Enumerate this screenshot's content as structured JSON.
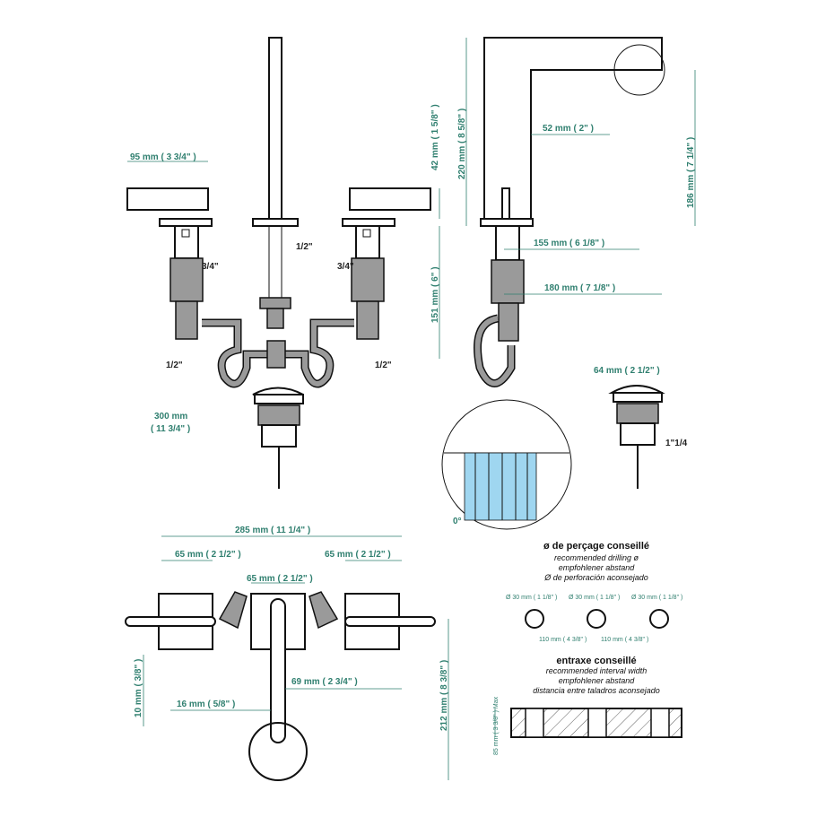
{
  "front_view": {
    "handle_width": "95 mm ( 3 3/4\" )",
    "handle_height": "42 mm ( 1 5/8\" )",
    "body_height": "151 mm ( 6\" )",
    "spout_thread": "1/2\"",
    "left_valve_thread": "3/4\"",
    "right_valve_thread": "3/4\"",
    "left_outlet": "1/2\"",
    "right_outlet": "1/2\"",
    "hose_length": "300 mm",
    "hose_length_in": "( 11 3/4\" )"
  },
  "side_view": {
    "total_height": "220 mm ( 8 5/8\" )",
    "spout_width": "52 mm ( 2\" )",
    "spout_height": "186 mm ( 7 1/4\" )",
    "reach_inner": "155 mm ( 6 1/8\" )",
    "reach_outer": "180 mm ( 7 1/8\" )"
  },
  "drain": {
    "diameter": "64 mm ( 2 1/2\" )",
    "thread": "1\"1/4"
  },
  "detail": {
    "angle": "0°"
  },
  "top_view": {
    "total_width": "285 mm ( 11 1/4\" )",
    "left_square": "65 mm ( 2 1/2\" )",
    "right_square": "65 mm ( 2 1/2\" )",
    "center_square": "65 mm ( 2 1/2\" )",
    "handle_thickness": "10 mm ( 3/8\" )",
    "offset": "69 mm ( 2 3/4\" )",
    "spout_thickness": "16 mm ( 5/8\" )",
    "depth": "212 mm ( 8 3/8\" )"
  },
  "drilling": {
    "title": "ø de perçage conseillé",
    "lines": [
      "recommended drilling ø",
      "empfohlener abstand",
      "Ø de perforación aconsejado"
    ],
    "hole_diameter": "Ø 30 mm ( 1 1/8\" )",
    "spacing": "110 mm ( 4 3/8\" )"
  },
  "interval": {
    "title": "entraxe conseillé",
    "lines": [
      "recommended interval width",
      "empfohlener abstand",
      "distancia entre taladros aconsejado"
    ],
    "max_thickness": "85 mm ( 3 3/8\" ) Max"
  }
}
